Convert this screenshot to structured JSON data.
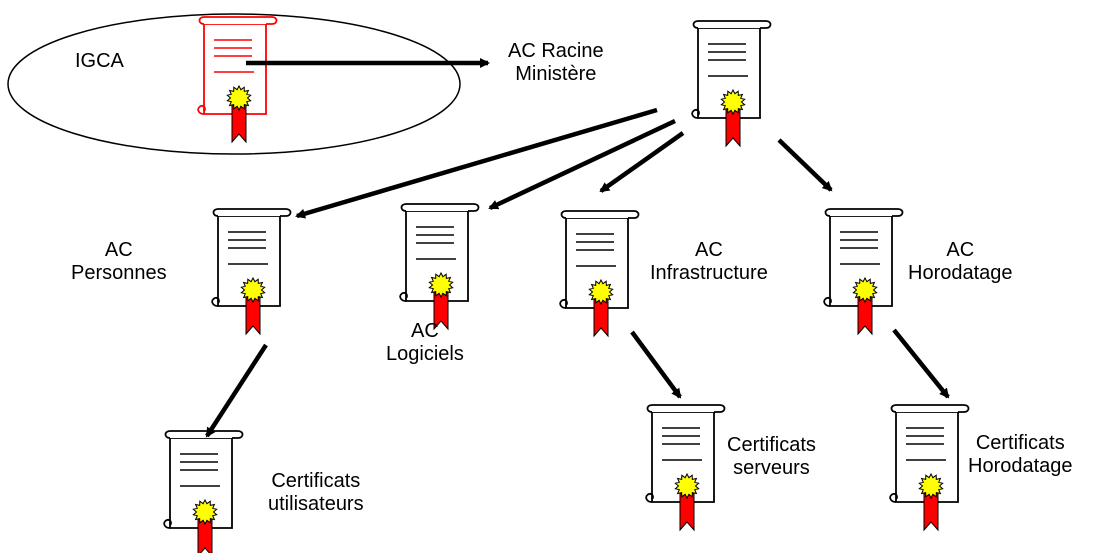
{
  "colors": {
    "root_stroke": "#ff0000",
    "cert_stroke": "#000000",
    "seal_fill": "#ffff00",
    "ribbon_fill": "#ff0000",
    "arrow": "#000000"
  },
  "nodes": {
    "igca": {
      "label": "IGCA",
      "icon": "certificate-icon"
    },
    "root": {
      "line1": "AC Racine",
      "line2": "Ministère",
      "icon": "certificate-icon"
    },
    "personnes": {
      "line1": "AC",
      "line2": "Personnes",
      "icon": "certificate-icon"
    },
    "logiciels": {
      "line1": "AC",
      "line2": "Logiciels",
      "icon": "certificate-icon"
    },
    "infrastructure": {
      "line1": "AC",
      "line2": "Infrastructure",
      "icon": "certificate-icon"
    },
    "horodatage": {
      "line1": "AC",
      "line2": "Horodatage",
      "icon": "certificate-icon"
    },
    "cert_utilisateurs": {
      "line1": "Certificats",
      "line2": "utilisateurs",
      "icon": "certificate-icon"
    },
    "cert_serveurs": {
      "line1": "Certificats",
      "line2": "serveurs",
      "icon": "certificate-icon"
    },
    "cert_horodatage": {
      "line1": "Certificats",
      "line2": "Horodatage",
      "icon": "certificate-icon"
    }
  }
}
